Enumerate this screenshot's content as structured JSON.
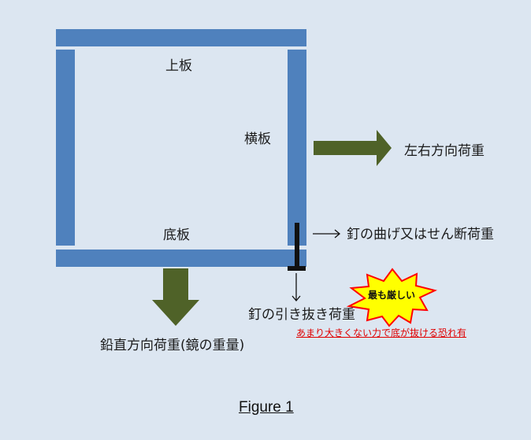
{
  "labels": {
    "top_board": "上板",
    "side_board": "横板",
    "bottom_board": "底板",
    "lateral_load": "左右方向荷重",
    "nail_shear": "釘の曲げ又はせん断荷重",
    "nail_pullout": "釘の引き抜き荷重",
    "vertical_load": "鉛直方向荷重(鏡の重量)",
    "most_severe": "最も厳しい",
    "warning": "あまり大きくない力で底が抜ける恐れ有",
    "figure": "Figure 1"
  },
  "colors": {
    "board": "#4f81bd",
    "arrow": "#4f6228",
    "burst_fill": "#ffff00",
    "burst_stroke": "#ff0000",
    "warning_text": "#e00000",
    "background": "#dce6f1"
  }
}
